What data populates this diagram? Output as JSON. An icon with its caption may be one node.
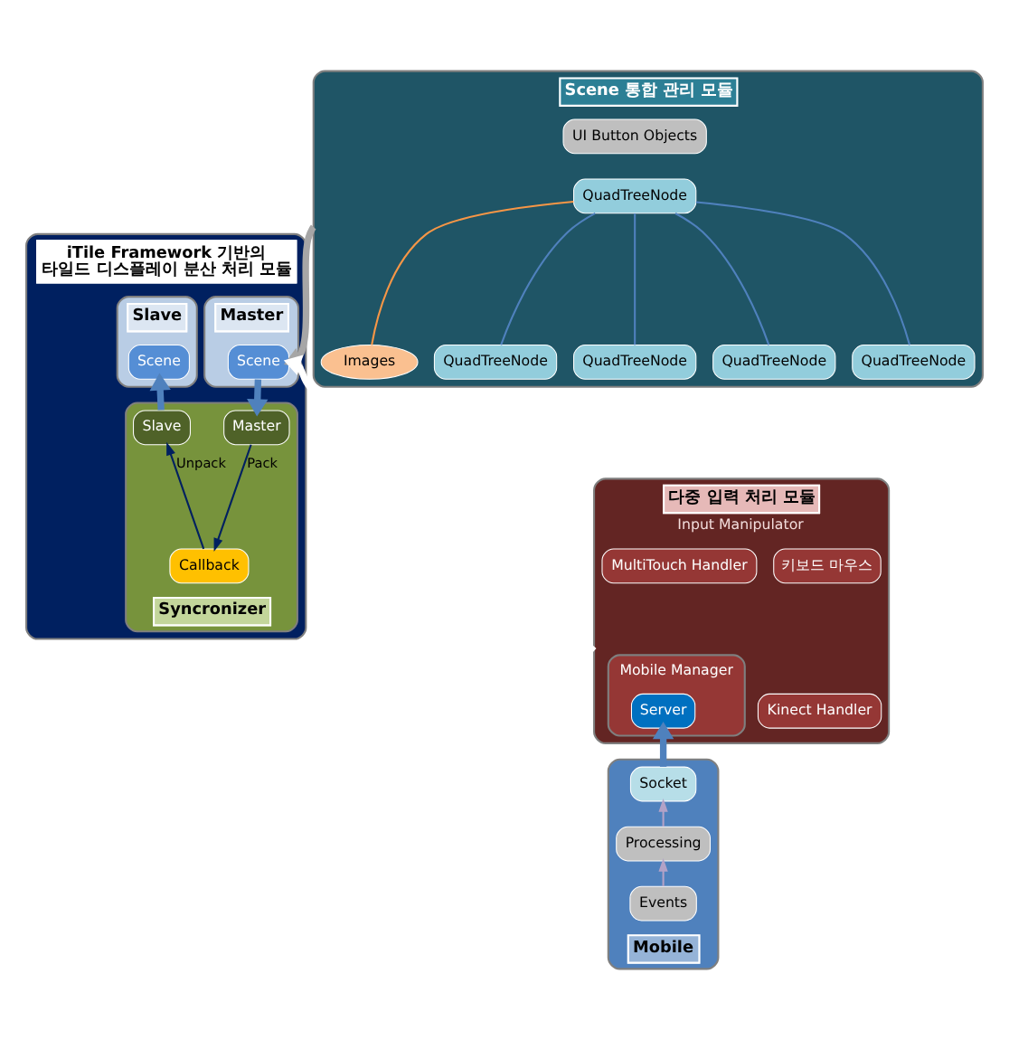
{
  "diagram": {
    "nodes": [
      {
        "text": [
          "Scene 통합 관리 모듈"
        ]
      },
      {
        "text": [
          "UI Button Objects"
        ],
        "in": 0
      },
      {
        "text": [
          "QuadTreeNode"
        ],
        "in": 0
      },
      {
        "text": [
          "Images"
        ],
        "in": 0
      },
      {
        "text": [
          "QuadTreeNode"
        ],
        "in": 0
      },
      {
        "text": [
          "QuadTreeNode"
        ],
        "in": 0
      },
      {
        "text": [
          "QuadTreeNode"
        ],
        "in": 0
      },
      {
        "text": [
          "QuadTreeNode"
        ],
        "in": 0
      },
      {
        "text": [
          "다중 입력 처리 모듈",
          "Input Manipulator"
        ]
      },
      {
        "text": [
          "키보드 마우스"
        ],
        "in": 8
      },
      {
        "text": [
          "MultiTouch Handler"
        ],
        "in": 8
      },
      {
        "text": [
          "Kinect Handler"
        ],
        "in": 8
      },
      {
        "text": [
          "Mobile Manager"
        ],
        "in": 8
      },
      {
        "text": [
          "Server"
        ],
        "in": 12
      },
      {
        "text": [
          "Mobile"
        ]
      },
      {
        "text": [
          "Socket"
        ],
        "in": 14
      },
      {
        "text": [
          "Processing"
        ],
        "in": 14
      },
      {
        "text": [
          "Events"
        ],
        "in": 14
      },
      {
        "text": [
          "iTile Framework 기반의 타일드 디스플레이 분산 처리 모듈"
        ]
      },
      {
        "text": [
          "Master"
        ],
        "in": 18
      },
      {
        "text": [
          "Scene"
        ],
        "in": 19
      },
      {
        "text": [
          "Slave"
        ],
        "in": 18
      },
      {
        "text": [
          "Scene"
        ],
        "in": 21
      },
      {
        "text": [
          "Syncronizer"
        ],
        "in": 18
      },
      {
        "text": [
          "Master"
        ],
        "in": 23
      },
      {
        "text": [
          "Slave"
        ],
        "in": 23
      },
      {
        "text": [
          "Callback"
        ],
        "in": 23
      }
    ],
    "edges": [
      {
        "from": 2,
        "to": 3,
        "arrow": "none",
        "color": "#f79646"
      },
      {
        "from": 2,
        "to": 4,
        "arrow": "none"
      },
      {
        "from": 2,
        "to": 5,
        "arrow": "none"
      },
      {
        "from": 2,
        "to": 6,
        "arrow": "none"
      },
      {
        "from": 2,
        "to": 7,
        "arrow": "none"
      },
      {
        "from": 0,
        "to": 20,
        "arrow": "to",
        "style": "thick",
        "color": "#a6a6a6"
      },
      {
        "from": 8,
        "to": 20,
        "arrow": "to",
        "style": "thick",
        "color": "#ffffff"
      },
      {
        "from": 15,
        "to": 13,
        "arrow": "to",
        "style": "thick"
      },
      {
        "from": 17,
        "to": 16,
        "arrow": "to",
        "color": "#b3a2c7"
      },
      {
        "from": 16,
        "to": 15,
        "arrow": "to",
        "color": "#b3a2c7"
      },
      {
        "from": 20,
        "to": 24,
        "arrow": "to",
        "style": "thick"
      },
      {
        "from": 25,
        "to": 22,
        "arrow": "to",
        "style": "thick"
      },
      {
        "from": 24,
        "to": 26,
        "arrow": "to",
        "label": "Pack",
        "color": "#002060"
      },
      {
        "from": 26,
        "to": 25,
        "arrow": "to",
        "label": "Unpack",
        "color": "#002060"
      }
    ]
  }
}
